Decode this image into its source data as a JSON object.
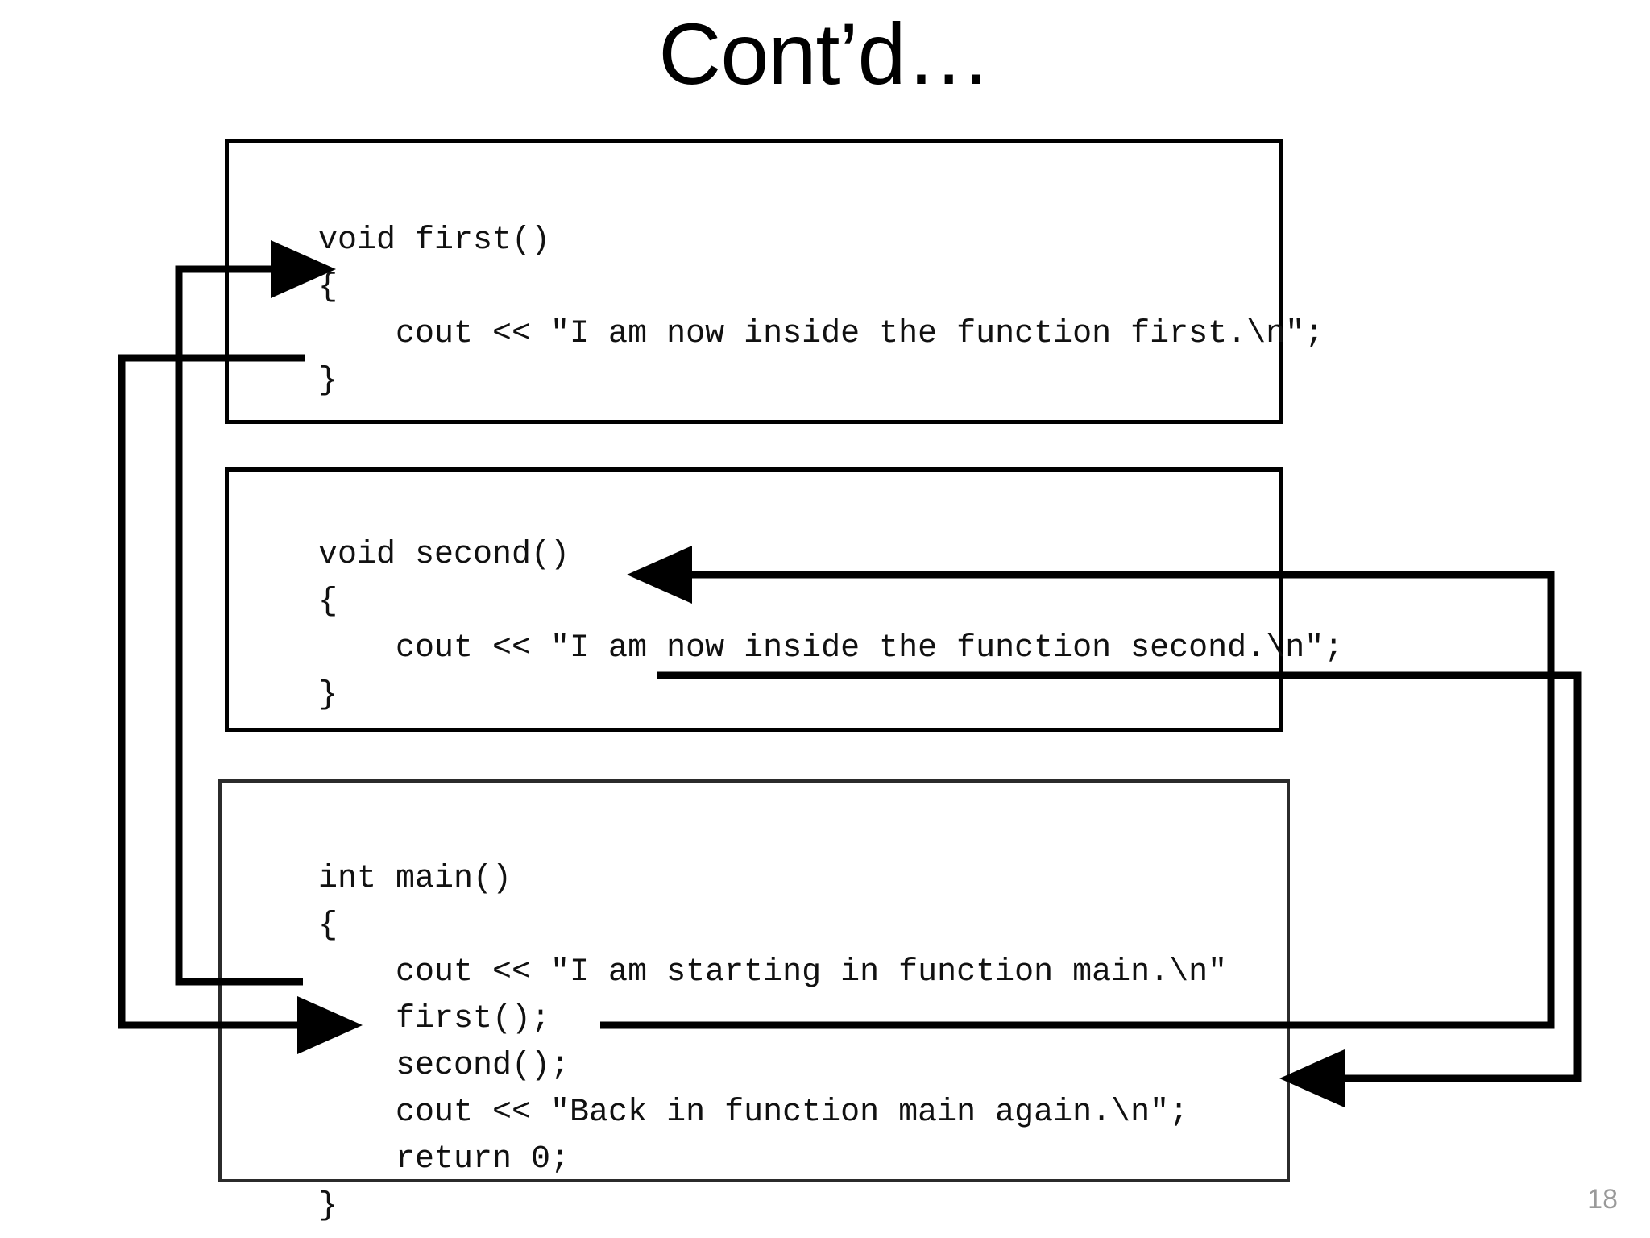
{
  "slide": {
    "title": "Cont’d…",
    "page_number": "18",
    "ink_color": "#000000",
    "text_color": "#111111",
    "page_number_color": "#9a9a9a"
  },
  "code_blocks": [
    {
      "name": "function-first",
      "lines": [
        "void first()",
        "{",
        "    cout << \"I am now inside the function first.\\n\";",
        "}"
      ],
      "text": "void first()\n{\n    cout << \"I am now inside the function first.\\n\";\n}"
    },
    {
      "name": "function-second",
      "lines": [
        "void second()",
        "{",
        "    cout << \"I am now inside the function second.\\n\";",
        "}"
      ],
      "text": "void second()\n{\n    cout << \"I am now inside the function second.\\n\";\n}"
    },
    {
      "name": "function-main",
      "lines": [
        "int main()",
        "{",
        "    cout << \"I am starting in function main.\\n\"",
        "    first();",
        "    second();",
        "    cout << \"Back in function main again.\\n\";",
        "    return 0;",
        "}"
      ],
      "text": "int main()\n{\n    cout << \"I am starting in function main.\\n\"\n    first();\n    second();\n    cout << \"Back in function main again.\\n\";\n    return 0;\n}"
    }
  ],
  "flow_arrows": [
    {
      "name": "call-first",
      "from": "main.first();",
      "to": "first() opening brace",
      "direction": "left-then-up-then-right"
    },
    {
      "name": "return-from-first",
      "from": "first() closing brace",
      "to": "main.second();",
      "direction": "left-then-down-then-right"
    },
    {
      "name": "call-second",
      "from": "main.second();",
      "to": "second() opening brace",
      "direction": "right-then-up-then-left"
    },
    {
      "name": "return-from-second",
      "from": "second() closing brace",
      "to": "main.cout Back in function main again",
      "direction": "right-then-down-then-left"
    }
  ]
}
